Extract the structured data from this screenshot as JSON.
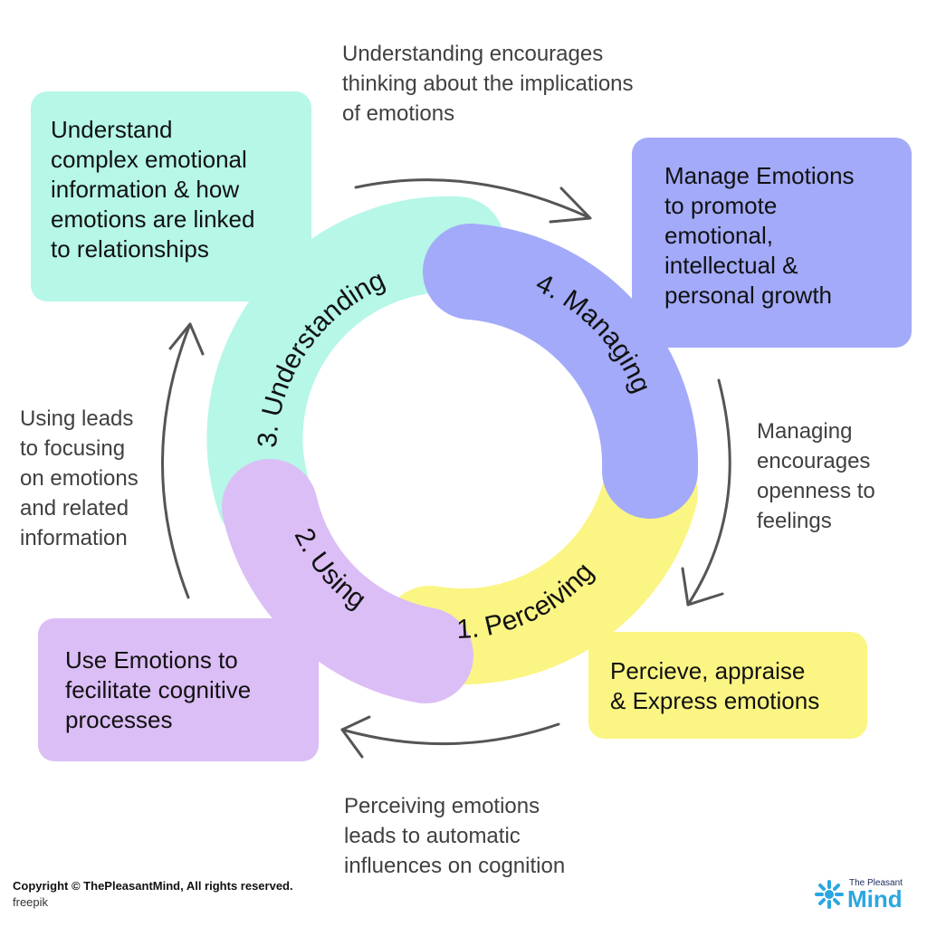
{
  "colors": {
    "understanding": "#b6f7e7",
    "managing": "#a3aaf9",
    "perceiving": "#fbf584",
    "using": "#dcbef6",
    "arrow": "#555555",
    "logo": "#2aa7e0"
  },
  "stages": {
    "understanding": "3. Understanding",
    "managing": "4. Managing",
    "perceiving": "1. Perceiving",
    "using": "2. Using"
  },
  "boxes": {
    "understanding": "Understand\ncomplex emotional\ninformation & how\nemotions are linked\nto relationships",
    "managing": "Manage Emotions\nto promote\nemotional,\nintellectual &\npersonal growth",
    "perceiving": "Percieve, appraise\n& Express emotions",
    "using": "Use Emotions to\nfecilitate cognitive\nprocesses"
  },
  "transitions": {
    "top": "Understanding encourages\nthinking about the implications\nof emotions",
    "right": "Managing\nencourages\nopenness to\nfeelings",
    "bottom": "Perceiving emotions\nleads to automatic\ninfluences on cognition",
    "left": "Using leads\nto focusing\non emotions\nand related\ninformation"
  },
  "footer": {
    "copyright": "Copyright © ThePleasantMind, All rights reserved.",
    "credit": "freepik"
  },
  "logo": {
    "small": "The Pleasant",
    "main": "Mind",
    "icon": "sun-burst-icon"
  }
}
